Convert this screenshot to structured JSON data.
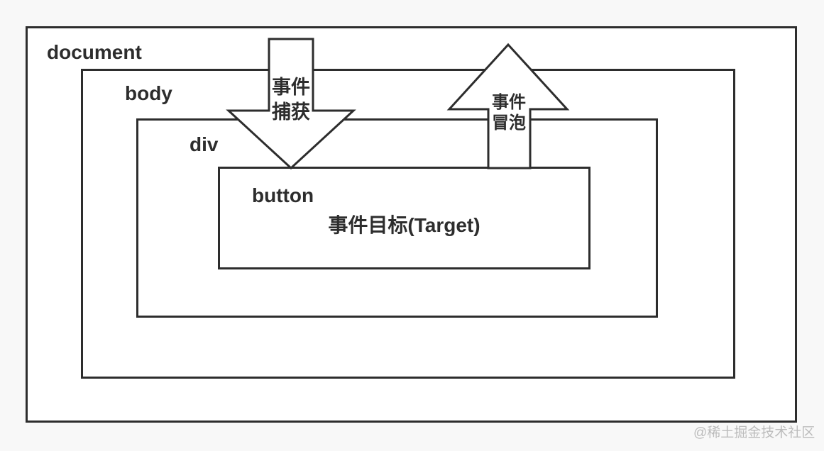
{
  "diagram": {
    "nodes": [
      {
        "id": "document",
        "label": "document"
      },
      {
        "id": "body",
        "label": "body"
      },
      {
        "id": "div",
        "label": "div"
      },
      {
        "id": "button",
        "label": "button"
      }
    ],
    "target_label": "事件目标(Target)",
    "arrows": [
      {
        "id": "capture",
        "direction": "down",
        "line1": "事件",
        "line2": "捕获"
      },
      {
        "id": "bubble",
        "direction": "up",
        "line1": "事件",
        "line2": "冒泡"
      }
    ],
    "watermark": "@稀土掘金技术社区",
    "colors": {
      "line": "#2d2d2d",
      "background": "#f8f8f8",
      "box_fill": "#ffffff",
      "watermark_text": "#bcbcbc"
    }
  }
}
